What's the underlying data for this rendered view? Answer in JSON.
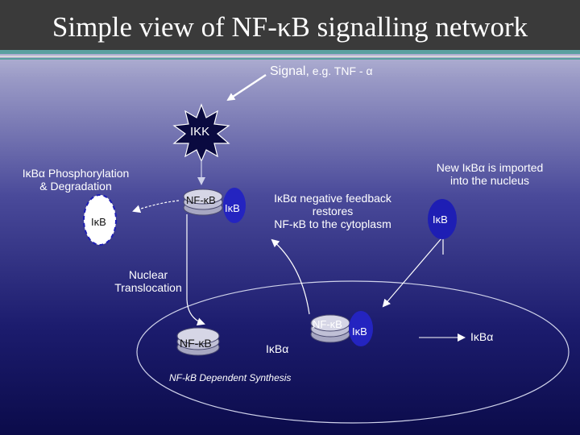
{
  "title": "Simple view of NF-κB signalling network",
  "signal": {
    "main": "Signal,",
    "example": " e.g. TNF - α"
  },
  "ikk": "IKK",
  "phosphorylation": {
    "line1": "IκBα Phosphorylation",
    "line2": "& Degradation"
  },
  "cyto_complex": {
    "nfkb": "NF-κB",
    "ikb": "IκB"
  },
  "degraded_ikb": "IκB",
  "feedback": {
    "line1": "IκBα negative feedback",
    "line2": "restores",
    "line3": "NF-κB to the cytoplasm"
  },
  "new_import": {
    "line1": "New IκBα is imported",
    "line2": "into the nucleus"
  },
  "new_ikb": "IκB",
  "translocation": {
    "line1": "Nuclear",
    "line2": "Translocation"
  },
  "nucleus": {
    "nfkb": "NF-κB",
    "ikba": "IκBα",
    "complex_nfkb": "NF-κB",
    "complex_ikb": "IκB",
    "synthesis": "NF-kB Dependent Synthesis",
    "ikba_right": "IκBα"
  }
}
